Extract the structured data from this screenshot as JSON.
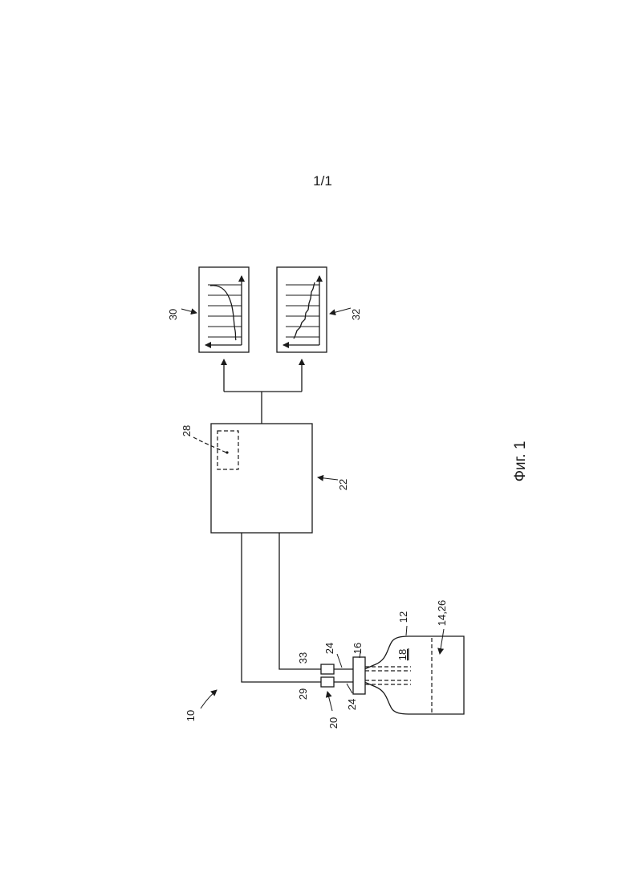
{
  "page_number": "1/1",
  "figure_caption": "Фиг. 1",
  "labels": {
    "system": "10",
    "vessel": "12",
    "contents": "14,26",
    "cap": "16",
    "tubes": "18",
    "probe_assembly": "20",
    "controller": "22",
    "conduit_upper": "24",
    "conduit_lower": "24",
    "memory_module": "28",
    "sensor_lower": "29",
    "chart_upper": "30",
    "chart_lower": "32",
    "sensor_upper": "33"
  }
}
